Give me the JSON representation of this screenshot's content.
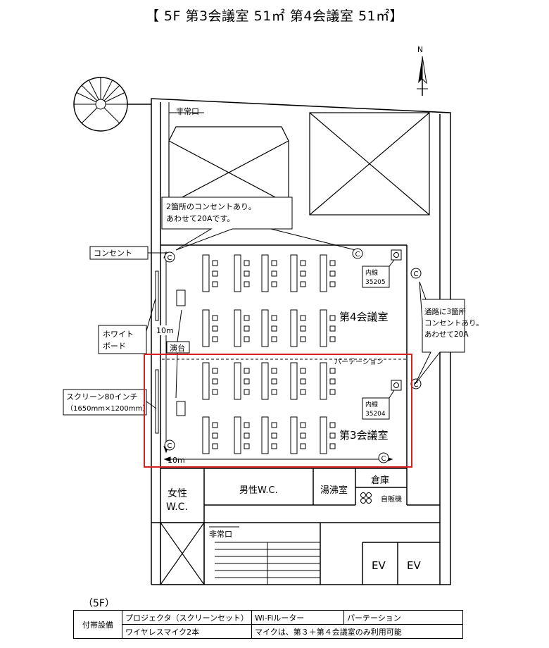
{
  "title": "【 5F 第3会議室 51㎡ 第4会議室 51㎡】",
  "compass": {
    "label": "N"
  },
  "labels": {
    "emergency_exit_top": "非常口",
    "emergency_exit_bottom": "非常口",
    "outlet_callout_line1": "2箇所のコンセントあり。",
    "outlet_callout_line2": "あわせて20Aです。",
    "outlet": "コンセント",
    "whiteboard_line1": "ホワイト",
    "whiteboard_line2": "ボード",
    "screen_line1": "スクリーン80インチ",
    "screen_line2": "（1650mm×1200mm）",
    "dim_10m_vertical": "10m",
    "dim_10m_horizontal": "10m",
    "podium": "演台",
    "partition": "パーテーション",
    "room4": "第4会議室",
    "room3": "第3会議室",
    "ext_35205_line1": "内線",
    "ext_35205_line2": "35205",
    "ext_35204_line1": "内線",
    "ext_35204_line2": "35204",
    "corridor_line1": "通路に3箇所",
    "corridor_line2": "コンセントあり。",
    "corridor_line3": "あわせて20A",
    "women_wc_line1": "女性",
    "women_wc_line2": "W.C.",
    "men_wc": "男性W.C.",
    "kitchenette": "湯沸室",
    "storage": "倉庫",
    "vending": "自販機",
    "ev1": "EV",
    "ev2": "EV",
    "outlet_mark": "C"
  },
  "floor_label": "（5F）",
  "equipment": {
    "header": "付帯設備",
    "row1": [
      "プロジェクタ（スクリーンセット）",
      "Wi-Fiルーター",
      "パーテーション"
    ],
    "row2": [
      "ワイヤレスマイク2本",
      "マイクは、第３＋第４会議室のみ利用可能"
    ]
  },
  "colors": {
    "highlight": "#d42020",
    "line": "#000000"
  }
}
